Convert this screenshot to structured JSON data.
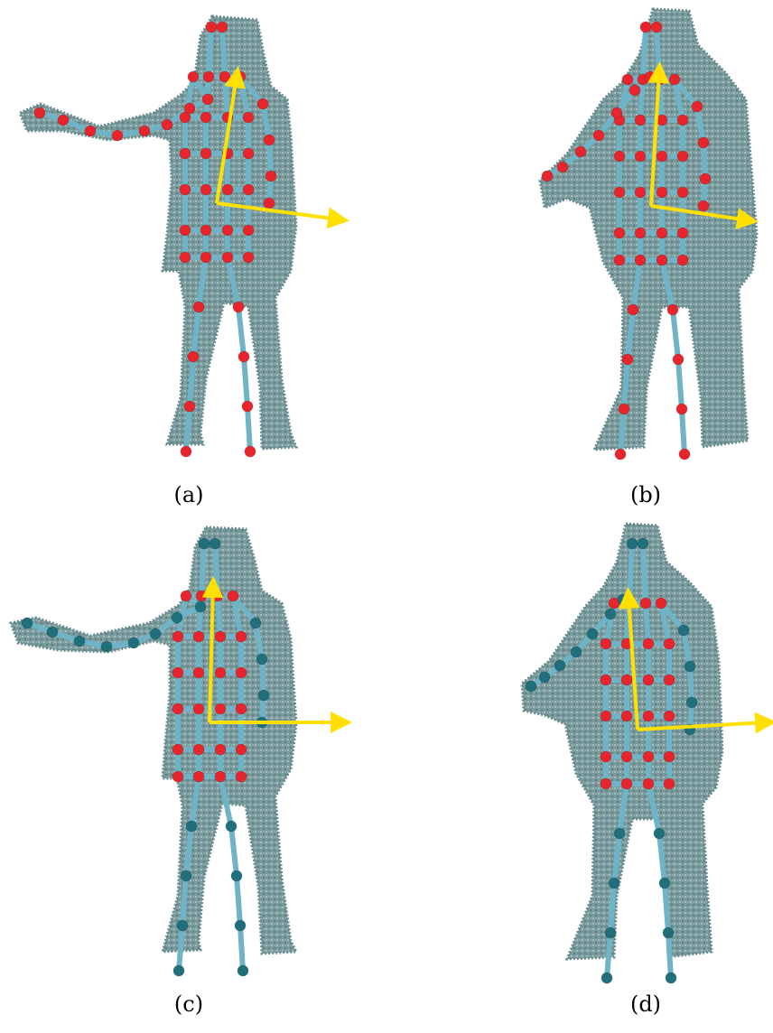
{
  "figure": {
    "panels": [
      {
        "caption": "(a)",
        "style": "all-joints-red",
        "arm_pose": "left-arm-extended"
      },
      {
        "caption": "(b)",
        "style": "all-joints-red",
        "arm_pose": "left-arm-lowered"
      },
      {
        "caption": "(c)",
        "style": "limbs-dark-teal",
        "arm_pose": "left-arm-extended"
      },
      {
        "caption": "(d)",
        "style": "limbs-dark-teal",
        "arm_pose": "left-arm-lowered"
      }
    ],
    "colors": {
      "point_cloud": "#6f9395",
      "bone": "#6fb3c6",
      "joint_red": "#e8242c",
      "joint_teal": "#1f6f7c",
      "axis": "#ffe000"
    },
    "icons": [
      "point-cloud-silhouette",
      "skeleton-graph",
      "coordinate-axes"
    ]
  }
}
